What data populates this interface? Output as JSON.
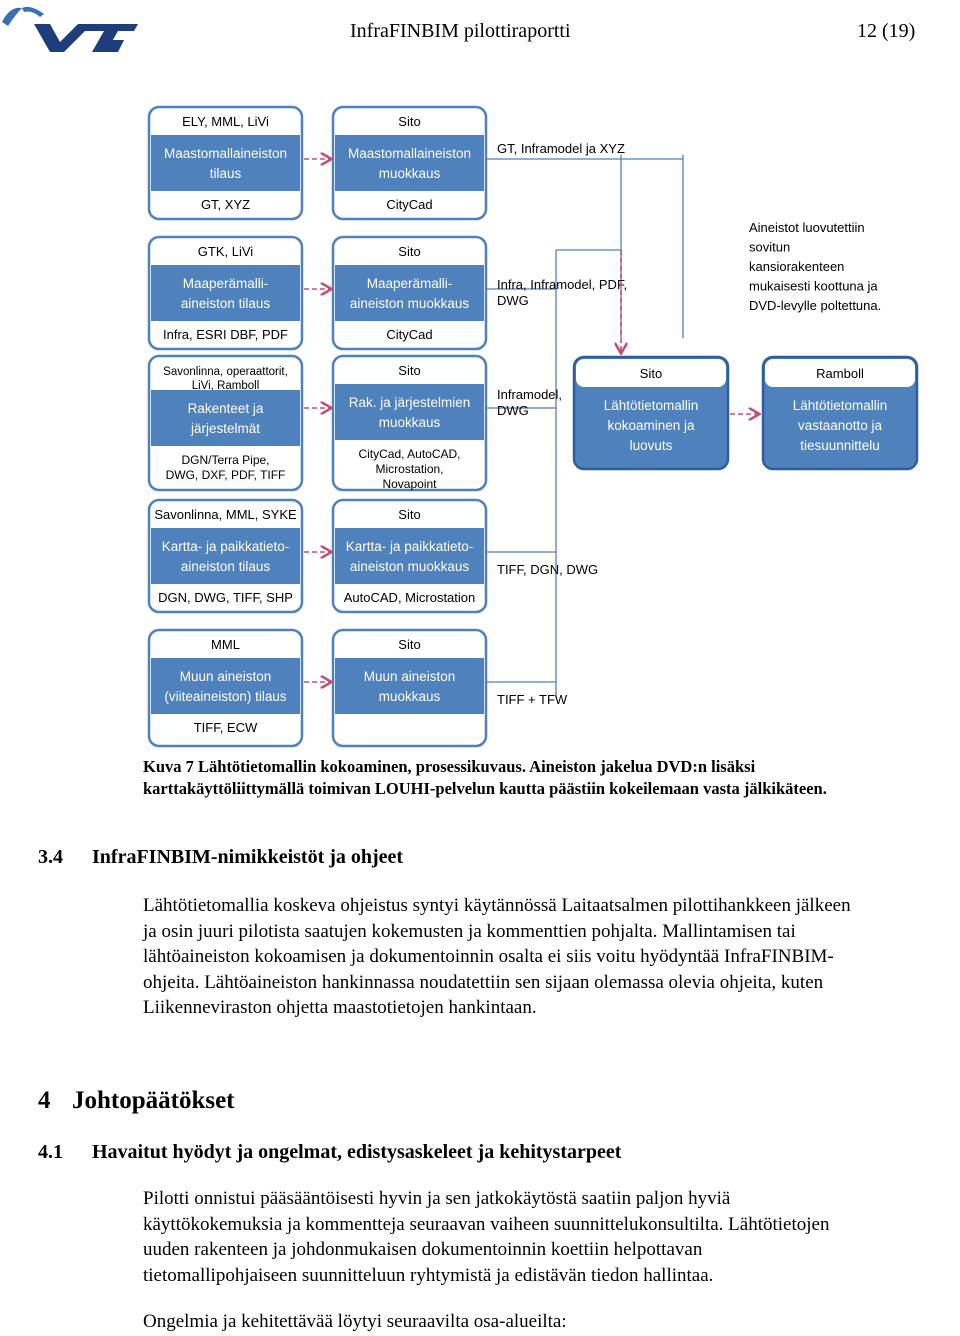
{
  "header": {
    "title": "InfraFINBIM pilottiraportti",
    "page": "12 (19)",
    "logo_text": "VTT"
  },
  "colors": {
    "box_blue": "#4f81bd",
    "box_border": "#2f5f9a",
    "arrow_pink": "#c0507a",
    "line_blue": "#4f81bd"
  },
  "diagram": {
    "rows": [
      {
        "left": {
          "top": "ELY, MML, LiVi",
          "mid": [
            "Maastomallaineiston",
            "tilaus"
          ],
          "bottom": [
            "GT, XYZ"
          ]
        },
        "right": {
          "top": "Sito",
          "mid": [
            "Maastomallaineiston",
            "muokkaus"
          ],
          "bottom": [
            "CityCad"
          ]
        },
        "format": [
          "GT, Inframodel ja XYZ"
        ]
      },
      {
        "left": {
          "top": "GTK, LiVi",
          "mid": [
            "Maaperämalli-",
            "aineiston tilaus"
          ],
          "bottom": [
            "Infra, ESRI DBF, PDF"
          ]
        },
        "right": {
          "top": "Sito",
          "mid": [
            "Maaperämalli-",
            "aineiston muokkaus"
          ],
          "bottom": [
            "CityCad"
          ]
        },
        "format": [
          "Infra, Inframodel, PDF,",
          "DWG"
        ]
      },
      {
        "left": {
          "top": [
            "Savonlinna, operaattorit,",
            "LiVi, Ramboll"
          ],
          "mid": [
            "Rakenteet ja",
            "järjestelmät"
          ],
          "bottom": [
            "DGN/Terra Pipe,",
            "DWG, DXF, PDF, TIFF"
          ]
        },
        "right": {
          "top": "Sito",
          "mid": [
            "Rak. ja järjestelmien",
            "muokkaus"
          ],
          "bottom": [
            "CityCad, AutoCAD,",
            "Microstation,",
            "Novapoint"
          ]
        },
        "format": [
          "Inframodel,",
          "DWG"
        ]
      },
      {
        "left": {
          "top": "Savonlinna, MML, SYKE",
          "mid": [
            "Kartta- ja paikkatieto-",
            "aineiston tilaus"
          ],
          "bottom": [
            "DGN, DWG, TIFF, SHP"
          ]
        },
        "right": {
          "top": "Sito",
          "mid": [
            "Kartta- ja paikkatieto-",
            "aineiston muokkaus"
          ],
          "bottom": [
            "AutoCAD, Microstation"
          ]
        },
        "format": [
          "TIFF, DGN, DWG"
        ]
      },
      {
        "left": {
          "top": "MML",
          "mid": [
            "Muun aineiston",
            "(viiteaineiston) tilaus"
          ],
          "bottom": [
            "TIFF, ECW"
          ]
        },
        "right": {
          "top": "Sito",
          "mid": [
            "Muun aineiston",
            "muokkaus"
          ],
          "bottom": []
        },
        "format": [
          "TIFF + TFW"
        ]
      }
    ],
    "final_boxes": [
      {
        "top": "Sito",
        "mid": [
          "Lähtötietomallin",
          "kokoaminen ja",
          "luovuts"
        ]
      },
      {
        "top": "Ramboll",
        "mid": [
          "Lähtötietomallin",
          "vastaanotto ja",
          "tiesuunnittelu"
        ]
      }
    ],
    "note": [
      "Aineistot luovutettiin",
      "sovitun",
      "kansiorakenteen",
      "mukaisesti koottuna ja",
      "DVD-levylle poltettuna."
    ]
  },
  "caption": {
    "line1": "Kuva 7 Lähtötietomallin kokoaminen, prosessikuvaus. Aineiston jakelua DVD:n lisäksi",
    "line2": "karttakäyttöliittymällä toimivan LOUHI-pelvelun kautta päästiin kokeilemaan vasta jälkikäteen."
  },
  "section_3_4": {
    "number": "3.4",
    "title": "InfraFINBIM-nimikkeistöt ja ohjeet",
    "lines": [
      "Lähtötietomallia koskeva ohjeistus syntyi käytännössä Laitaatsalmen pilottihankkeen jälkeen",
      "ja osin juuri pilotista saatujen kokemusten ja kommenttien pohjalta. Mallintamisen tai",
      "lähtöaineiston kokoamisen ja dokumentoinnin osalta ei siis voitu hyödyntää InfraFINBIM-",
      "ohjeita. Lähtöaineiston hankinnassa noudatettiin sen sijaan olemassa olevia ohjeita, kuten",
      "Liikenneviraston ohjetta maastotietojen hankintaan."
    ]
  },
  "section_4": {
    "number": "4",
    "title": "Johtopäätökset"
  },
  "section_4_1": {
    "number": "4.1",
    "title": "Havaitut hyödyt ja ongelmat, edistysaskeleet ja kehitystarpeet",
    "lines": [
      "Pilotti onnistui pääsääntöisesti hyvin ja sen jatkokäytöstä saatiin paljon hyviä",
      "käyttökokemuksia ja kommentteja seuraavan vaiheen suunnittelukonsultilta. Lähtötietojen",
      "uuden rakenteen ja johdonmukaisen dokumentoinnin koettiin helpottavan",
      "tietomallipohjaiseen suunnitteluun ryhtymistä ja edistävän tiedon hallintaa."
    ],
    "last_line": "Ongelmia ja kehitettävää löytyi seuraavilta osa-alueilta:"
  }
}
